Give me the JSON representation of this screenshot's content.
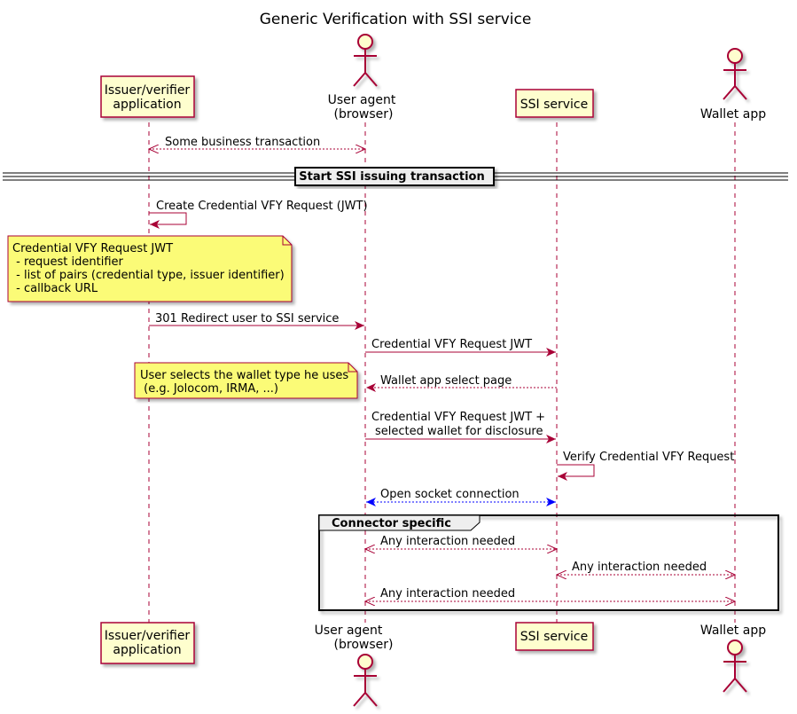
{
  "title": "Generic Verification with SSI service",
  "participants": {
    "issuer": {
      "label_line1": "Issuer/verifier",
      "label_line2": "application",
      "kind": "box"
    },
    "user_agent": {
      "label_line1": "User agent",
      "label_line2": "(browser)",
      "kind": "actor"
    },
    "ssi_service": {
      "label_line1": "SSI service",
      "label_line2": "",
      "kind": "box"
    },
    "wallet_app": {
      "label_line1": "Wallet app",
      "label_line2": "",
      "kind": "actor"
    }
  },
  "messages": {
    "m1": "Some business transaction",
    "m2": "Create Credential VFY Request (JWT)",
    "m3": "301 Redirect user to SSI service",
    "m4": "Credential VFY Request JWT",
    "m5": "Wallet app select page",
    "m6_line1": "Credential VFY Request JWT +",
    "m6_line2": "selected wallet for disclosure",
    "m7": "Verify Credential VFY Request",
    "m8": "Open socket connection",
    "m9": "Any interaction needed",
    "m10": "Any interaction needed",
    "m11": "Any interaction needed"
  },
  "divider": {
    "label": "Start SSI issuing transaction"
  },
  "group": {
    "label": "Connector specific"
  },
  "notes": {
    "n1": [
      "Credential VFY Request JWT",
      " - request identifier",
      " - list of pairs (credential type, issuer identifier)",
      " - callback URL"
    ],
    "n2": [
      "User selects the wallet type he uses",
      " (e.g. Jolocom, IRMA, ...)"
    ]
  },
  "colors": {
    "arrow": "#A80036",
    "socket_arrow": "#0000FF",
    "participant_fill": "#FEFECE",
    "note_fill": "#FBFB77",
    "lifeline": "#A80036"
  }
}
